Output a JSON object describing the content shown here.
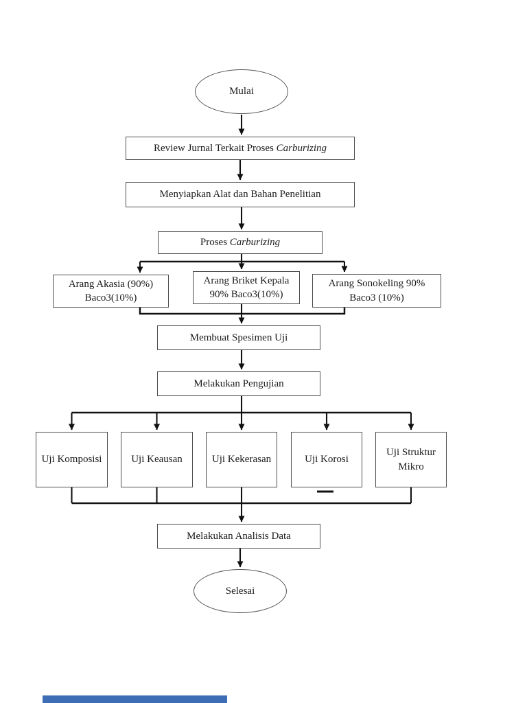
{
  "flowchart": {
    "start": {
      "label": "Mulai"
    },
    "review": {
      "prefix": "Review Jurnal Terkait Proses ",
      "italic": "Carburizing"
    },
    "alat": {
      "text": "Menyiapkan Alat dan Bahan Penelitian"
    },
    "proses": {
      "prefix": "Proses ",
      "italic": "Carburizing"
    },
    "media": [
      {
        "line1": "Arang Akasia (90%)",
        "line2": "Baco3(10%)"
      },
      {
        "line1": "Arang Briket Kepala",
        "line2": "90% Baco3(10%)"
      },
      {
        "line1": "Arang Sonokeling 90%",
        "line2": "Baco3 (10%)"
      }
    ],
    "spesimen": {
      "text": "Membuat Spesimen Uji"
    },
    "pengujian": {
      "text": "Melakukan Pengujian"
    },
    "tests": [
      {
        "text": "Uji Komposisi"
      },
      {
        "text": "Uji Keausan"
      },
      {
        "text": "Uji Kekerasan"
      },
      {
        "text": "Uji Korosi"
      },
      {
        "text": "Uji Struktur Mikro"
      }
    ],
    "analisis": {
      "text": "Melakukan Analisis Data"
    },
    "end": {
      "label": "Selesai"
    }
  },
  "colors": {
    "connector": "#111111",
    "box_border": "#4d4d4d",
    "bottom_bar": "#3d6eb5"
  }
}
